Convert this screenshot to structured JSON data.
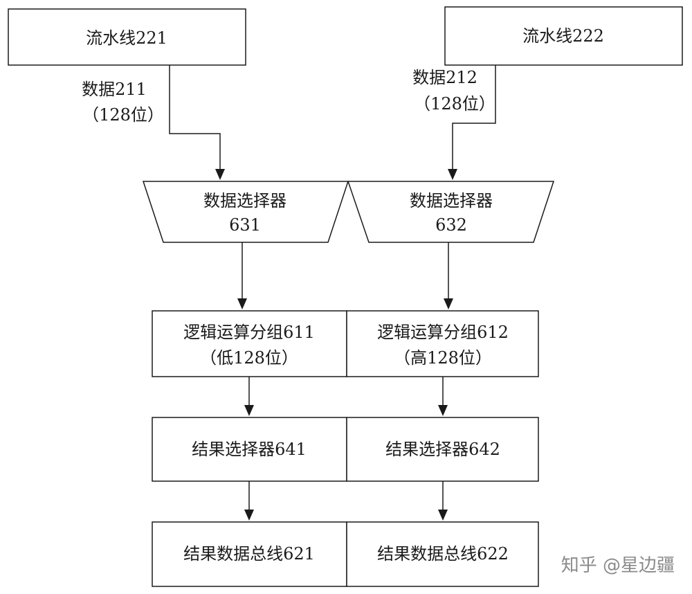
{
  "nodes": {
    "pipeline_221": {
      "label": "流水线221"
    },
    "pipeline_222": {
      "label": "流水线222"
    },
    "data_211": {
      "line1": "数据211",
      "line2": "（128位）"
    },
    "data_212": {
      "line1": "数据212",
      "line2": "（128位）"
    },
    "mux_631": {
      "line1": "数据选择器",
      "line2": "631"
    },
    "mux_632": {
      "line1": "数据选择器",
      "line2": "632"
    },
    "logic_611": {
      "line1": "逻辑运算分组611",
      "line2": "（低128位）"
    },
    "logic_612": {
      "line1": "逻辑运算分组612",
      "line2": "（高128位）"
    },
    "result_mux_641": {
      "label": "结果选择器641"
    },
    "result_mux_642": {
      "label": "结果选择器642"
    },
    "result_bus_621": {
      "label": "结果数据总线621"
    },
    "result_bus_622": {
      "label": "结果数据总线622"
    }
  },
  "edges": [
    {
      "from": "pipeline_221",
      "to": "mux_631",
      "label": "data_211"
    },
    {
      "from": "pipeline_222",
      "to": "mux_632",
      "label": "data_212"
    },
    {
      "from": "mux_631",
      "to": "logic_611"
    },
    {
      "from": "mux_632",
      "to": "logic_612"
    },
    {
      "from": "logic_611",
      "to": "result_mux_641"
    },
    {
      "from": "logic_612",
      "to": "result_mux_642"
    },
    {
      "from": "result_mux_641",
      "to": "result_bus_621"
    },
    {
      "from": "result_mux_642",
      "to": "result_bus_622"
    }
  ],
  "watermark": "知乎 @星边疆"
}
